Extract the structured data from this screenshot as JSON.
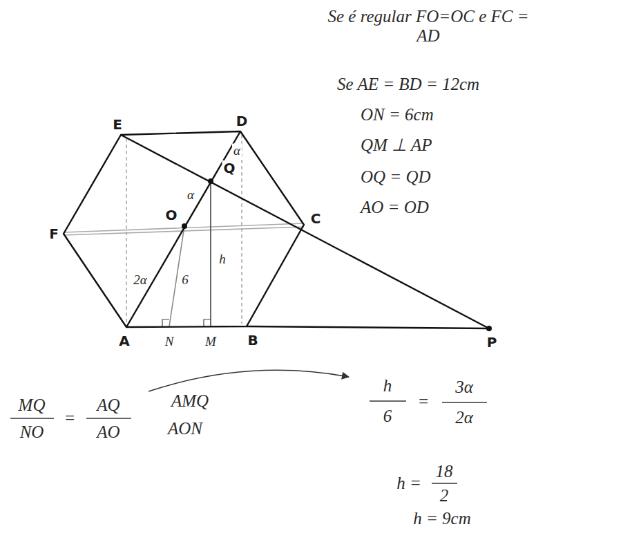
{
  "diagram": {
    "labels": [
      "E",
      "D",
      "Q",
      "F",
      "O",
      "C",
      "A",
      "N",
      "M",
      "B",
      "P",
      "α",
      "α",
      "2α",
      "6",
      "h",
      "Se é regular FO=OC e FC = AD",
      "Se AE = BD = 12cm",
      "ON = 6cm",
      "QM ⊥ AP",
      "OQ = QD",
      "AO = OD",
      "MQ",
      "NO",
      "=",
      "AQ",
      "AO",
      "AMQ",
      "AON",
      "h",
      "6",
      "=",
      "3α",
      "2α",
      "h =",
      "18",
      "2",
      "h = 9cm"
    ]
  }
}
